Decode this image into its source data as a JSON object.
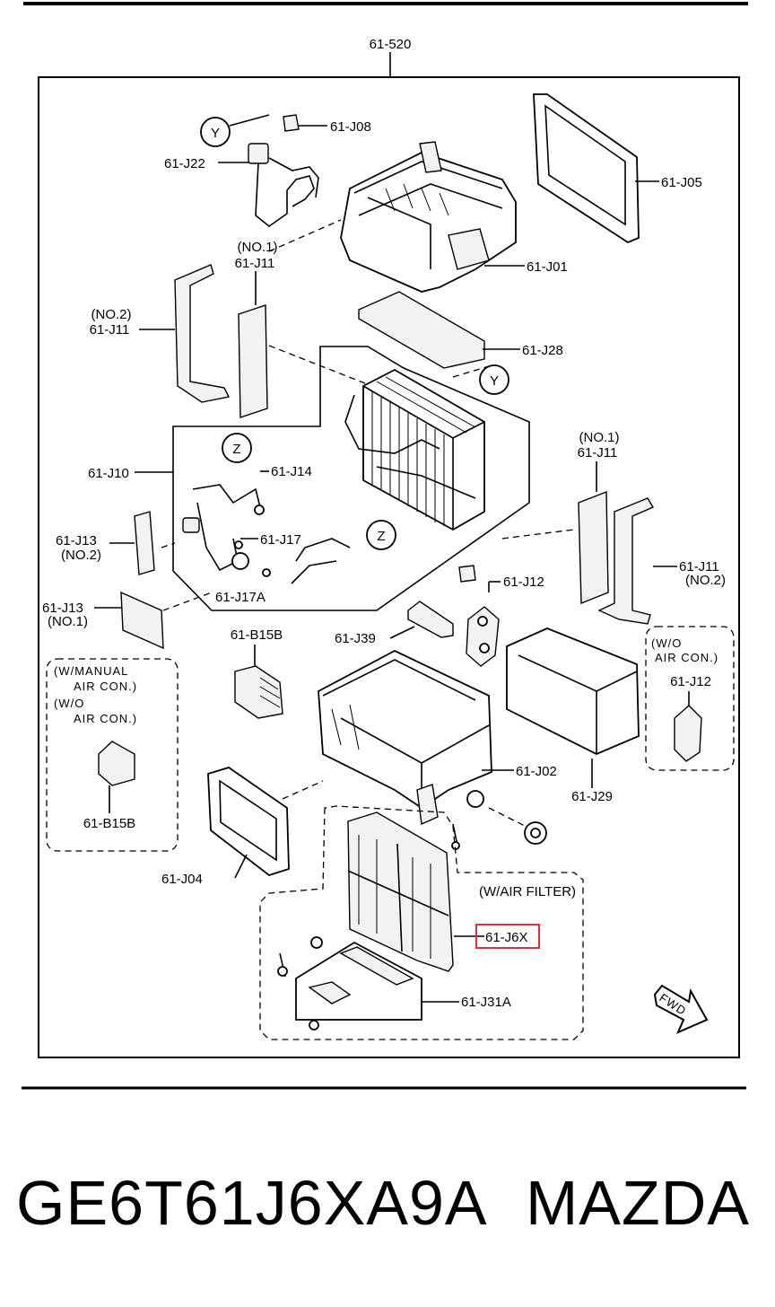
{
  "diagram": {
    "assembly_label": "61-520",
    "labels": {
      "j08": "61-J08",
      "j22": "61-J22",
      "j05": "61-J05",
      "j01": "61-J01",
      "j11_no1_top_tag": "(NO.1)",
      "j11_no1_top": "61-J11",
      "j11_no2_left_tag": "(NO.2)",
      "j11_no2_left": "61-J11",
      "j28": "61-J28",
      "j10": "61-J10",
      "j14": "61-J14",
      "j17": "61-J17",
      "j17a": "61-J17A",
      "j13_no2": "61-J13",
      "j13_no2_tag": "(NO.2)",
      "j13_no1": "61-J13",
      "j13_no1_tag": "(NO.1)",
      "j11_no1_right_tag": "(NO.1)",
      "j11_no1_right": "61-J11",
      "j11_no2_right": "61-J11",
      "j11_no2_right_tag": "(NO.2)",
      "j12": "61-J12",
      "j39": "61-J39",
      "b15b": "61-B15B",
      "b15b_alt": "61-B15B",
      "j02": "61-J02",
      "j29": "61-J29",
      "j04": "61-J04",
      "j12_alt": "61-J12",
      "j6x": "61-J6X",
      "j31a": "61-J31A"
    },
    "callouts": {
      "y_top": "Y",
      "y_mid": "Y",
      "z_upper": "Z",
      "z_lower": "Z"
    },
    "notes": {
      "manual_1": "(W/MANUAL",
      "manual_2": "AIR CON.)",
      "wo_1": "(W/O",
      "wo_2": "AIR CON.)",
      "wo_right_1": "(W/O",
      "wo_right_2": "AIR CON.)",
      "air_filter": "(W/AIR FILTER)"
    },
    "fwd": "FWD",
    "highlight_color": "#e0303a"
  },
  "footer": {
    "part_number": "GE6T61J6XA9A",
    "brand": "MAZDA"
  }
}
